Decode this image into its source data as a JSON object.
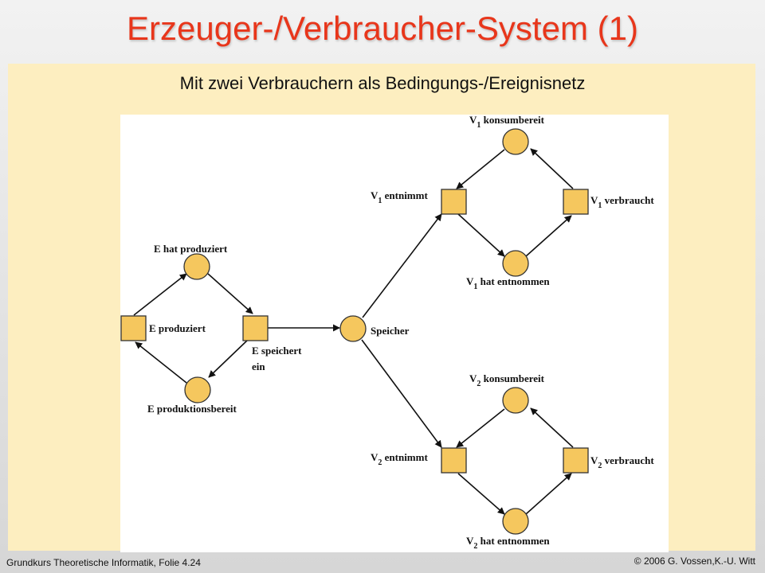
{
  "slide": {
    "title": "Erzeuger-/Verbraucher-System (1)",
    "subtitle": "Mit zwei Verbrauchern als Bedingungs-/Ereignisnetz"
  },
  "footer": {
    "left": "Grundkurs Theoretische Informatik, Folie 4.24",
    "right": "© 2006 G. Vossen,K.-U. Witt"
  },
  "colors": {
    "title": "#e8361b",
    "content_bg": "#fdeec0",
    "node_fill": "#f5c75e",
    "node_stroke": "#333333"
  },
  "net": {
    "places": {
      "e_produziert_place": "E hat produziert",
      "e_bereit": "E produktionsbereit",
      "speicher": "Speicher",
      "v1_konsum": {
        "main": "V",
        "sub": "1",
        "rest": " konsumbereit"
      },
      "v1_entnommen": {
        "main": "V",
        "sub": "1",
        "rest": " hat entnommen"
      },
      "v2_konsum": {
        "main": "V",
        "sub": "2",
        "rest": " konsumbereit"
      },
      "v2_entnommen": {
        "main": "V",
        "sub": "2",
        "rest": " hat entnommen"
      }
    },
    "transitions": {
      "e_produziert": "E produziert",
      "e_speichert_line1": "E speichert",
      "e_speichert_line2": "ein",
      "v1_entnimmt": {
        "main": "V",
        "sub": "1",
        "rest": " entnimmt"
      },
      "v1_verbraucht": {
        "main": "V",
        "sub": "1",
        "rest": " verbraucht"
      },
      "v2_entnimmt": {
        "main": "V",
        "sub": "2",
        "rest": " entnimmt"
      },
      "v2_verbraucht": {
        "main": "V",
        "sub": "2",
        "rest": " verbraucht"
      }
    }
  }
}
